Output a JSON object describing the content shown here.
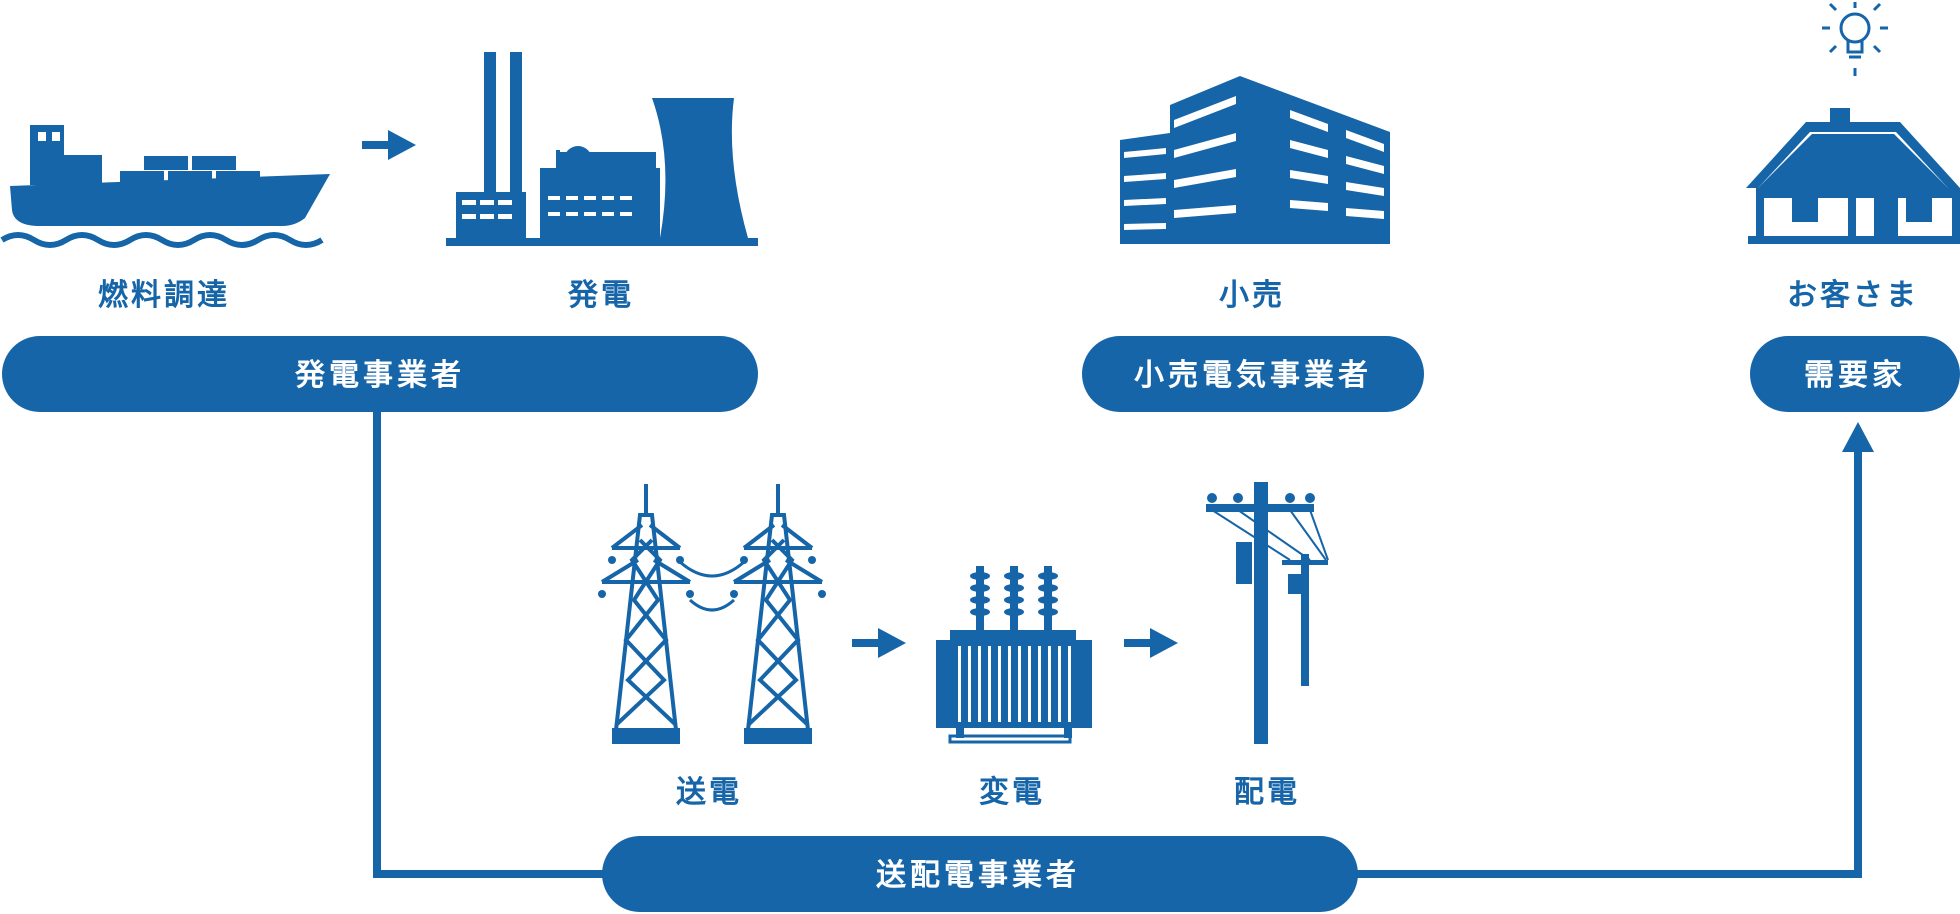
{
  "colors": {
    "primary": "#1565a8",
    "background": "#ffffff",
    "pill_text": "#ffffff"
  },
  "steps": {
    "fuel": "燃料調達",
    "generation": "発電",
    "retail": "小売",
    "customer": "お客さま",
    "transmission": "送電",
    "transformation": "変電",
    "distribution": "配電"
  },
  "groups": {
    "generation_business": "発電事業者",
    "retail_business": "小売電気事業者",
    "consumer": "需要家",
    "transmission_distribution_business": "送配電事業者"
  },
  "icons": {
    "fuel": "cargo-ship-icon",
    "generation": "power-plant-icon",
    "retail": "office-building-icon",
    "customer": "house-icon",
    "bulb": "light-bulb-icon",
    "transmission": "transmission-tower-icon",
    "transformation": "transformer-icon",
    "distribution": "utility-pole-icon"
  }
}
